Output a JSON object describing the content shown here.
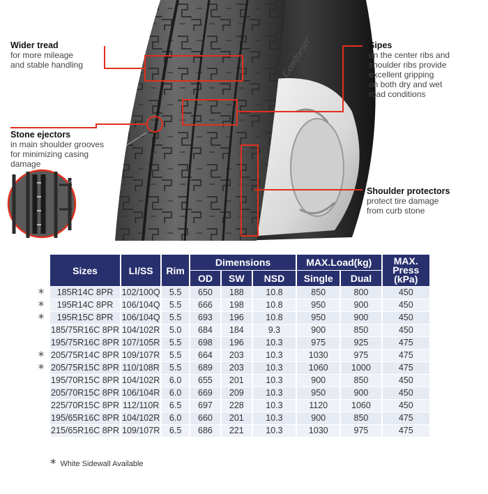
{
  "brand_mark": "Comforser",
  "callouts": {
    "wider": {
      "title": "Wider tread",
      "desc": [
        "for more mileage",
        "and stable handling"
      ]
    },
    "stone": {
      "title": "Stone ejectors",
      "desc": [
        "in main shoulder grooves",
        "for minimizing casing",
        "damage"
      ]
    },
    "sipes": {
      "title": "Sipes",
      "desc": [
        "on the center ribs and",
        "shoulder ribs provide",
        "excellent gripping",
        "on both dry and wet",
        "road conditions"
      ]
    },
    "shoulder": {
      "title": "Shoulder protectors",
      "desc": [
        "protect tire damage",
        "from curb stone"
      ]
    }
  },
  "table": {
    "headers": {
      "sizes": "Sizes",
      "li_ss": "LI/SS",
      "rim": "Rim",
      "dimensions": "Dimensions",
      "od": "OD",
      "sw": "SW",
      "nsd": "NSD",
      "max_load": "MAX.Load(kg)",
      "single": "Single",
      "dual": "Dual",
      "max_press_1": "MAX.",
      "max_press_2": "Press",
      "max_press_3": "(kPa)"
    },
    "rows": [
      {
        "star": true,
        "cells": [
          "185R14C 8PR",
          "102/100Q",
          "5.5",
          "650",
          "188",
          "10.8",
          "850",
          "800",
          "450"
        ]
      },
      {
        "star": true,
        "cells": [
          "195R14C 8PR",
          "106/104Q",
          "5.5",
          "666",
          "198",
          "10.8",
          "950",
          "900",
          "450"
        ]
      },
      {
        "star": true,
        "cells": [
          "195R15C 8PR",
          "106/104Q",
          "5.5",
          "693",
          "196",
          "10.8",
          "950",
          "900",
          "450"
        ]
      },
      {
        "star": false,
        "cells": [
          "185/75R16C 8PR",
          "104/102R",
          "5.0",
          "684",
          "184",
          "9.3",
          "900",
          "850",
          "450"
        ]
      },
      {
        "star": false,
        "cells": [
          "195/75R16C 8PR",
          "107/105R",
          "5.5",
          "698",
          "196",
          "10.3",
          "975",
          "925",
          "475"
        ]
      },
      {
        "star": true,
        "cells": [
          "205/75R14C 8PR",
          "109/107R",
          "5.5",
          "664",
          "203",
          "10.3",
          "1030",
          "975",
          "475"
        ]
      },
      {
        "star": true,
        "cells": [
          "205/75R15C 8PR",
          "110/108R",
          "5.5",
          "689",
          "203",
          "10.3",
          "1060",
          "1000",
          "475"
        ]
      },
      {
        "star": false,
        "cells": [
          "195/70R15C 8PR",
          "104/102R",
          "6.0",
          "655",
          "201",
          "10.3",
          "900",
          "850",
          "450"
        ]
      },
      {
        "star": false,
        "cells": [
          "205/70R15C 8PR",
          "106/104R",
          "6.0",
          "669",
          "209",
          "10.3",
          "950",
          "900",
          "450"
        ]
      },
      {
        "star": false,
        "cells": [
          "225/70R15C 8PR",
          "112/110R",
          "6.5",
          "697",
          "228",
          "10.3",
          "1120",
          "1060",
          "450"
        ]
      },
      {
        "star": false,
        "cells": [
          "195/65R16C 8PR",
          "104/102R",
          "6.0",
          "660",
          "201",
          "10.3",
          "900",
          "850",
          "475"
        ]
      },
      {
        "star": false,
        "cells": [
          "215/65R16C 8PR",
          "109/107R",
          "6.5",
          "686",
          "221",
          "10.3",
          "1030",
          "975",
          "475"
        ]
      }
    ]
  },
  "footnote": {
    "symbol": "*",
    "text": "White Sidewall Available"
  },
  "colors": {
    "header_bg": "#28306e",
    "callout_line": "#e0301e",
    "row_bg": "#e6eaf3"
  }
}
